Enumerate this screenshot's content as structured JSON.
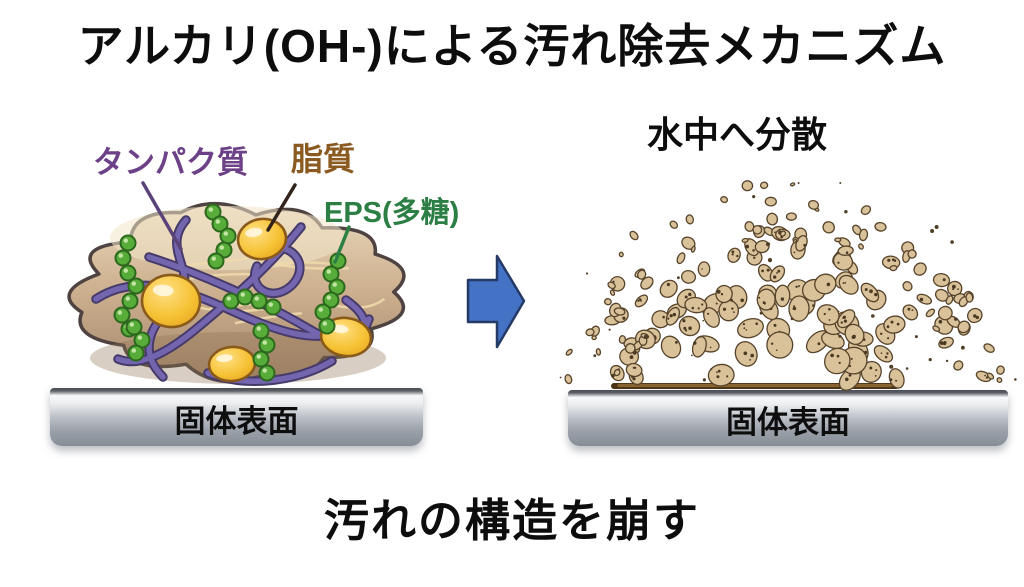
{
  "title": "アルカリ(OH-)による汚れ除去メカニズム",
  "left_panel": {
    "protein_label": "タンパク質",
    "lipid_label": "脂質",
    "eps_label": "EPS(多糖)",
    "surface_label": "固体表面"
  },
  "right_panel": {
    "caption": "水中へ分散",
    "surface_label": "固体表面"
  },
  "bottom_caption": "汚れの構造を崩す",
  "colors": {
    "protein_label": "#6c4187",
    "lipid_label": "#8a5a20",
    "eps_label": "#2c7f44",
    "arrow_fill": "#4472c4",
    "arrow_border": "#253a66",
    "blob_body": "#cdb293",
    "blob_outline": "#4e4340",
    "strand_purple": "#7466ae",
    "bead_green": "#58ad3a",
    "lipid_gold": "#f6c235",
    "particle_fill": "#d9c199",
    "particle_outline": "#56432a",
    "platform_gray": "#9aa0a8"
  }
}
